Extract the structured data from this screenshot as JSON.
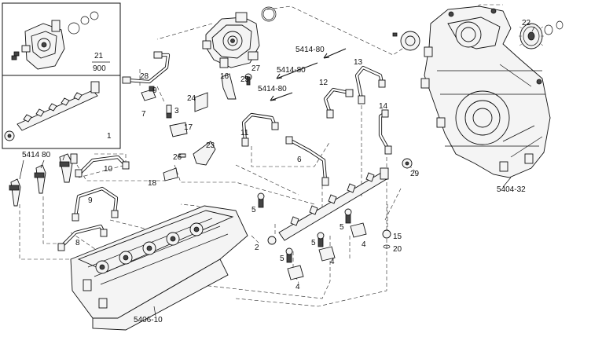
{
  "diagram": {
    "refs": {
      "r1": "1",
      "r2": "2",
      "r3": "3",
      "r4a": "4",
      "r4b": "4",
      "r4c": "4",
      "r5a": "5",
      "r5b": "5",
      "r5c": "5",
      "r5d": "5",
      "r6": "6",
      "r7": "7",
      "r8": "8",
      "r9a": "9",
      "r9b": "9",
      "r10": "10",
      "r11": "11",
      "r12": "12",
      "r13": "13",
      "r14": "14",
      "r15": "15",
      "r16": "16",
      "r17": "17",
      "r18": "18",
      "r20": "20",
      "r21": "21",
      "r22": "22",
      "r23": "23",
      "r24": "24",
      "r25": "25",
      "r26": "26",
      "r27": "27",
      "r28": "28",
      "r29": "29",
      "r900": "900"
    },
    "groups": {
      "g5404": "5404-32",
      "g5406": "5406-10",
      "g5414a": "5414 80",
      "g5414b": "5414-80",
      "g5414c": "5414-80",
      "g5414d": "5414-80"
    }
  },
  "icons": [
    "injection-pump",
    "common-rail",
    "cylinder-head",
    "timing-cover",
    "gear",
    "injector",
    "high-pressure-pipe"
  ]
}
